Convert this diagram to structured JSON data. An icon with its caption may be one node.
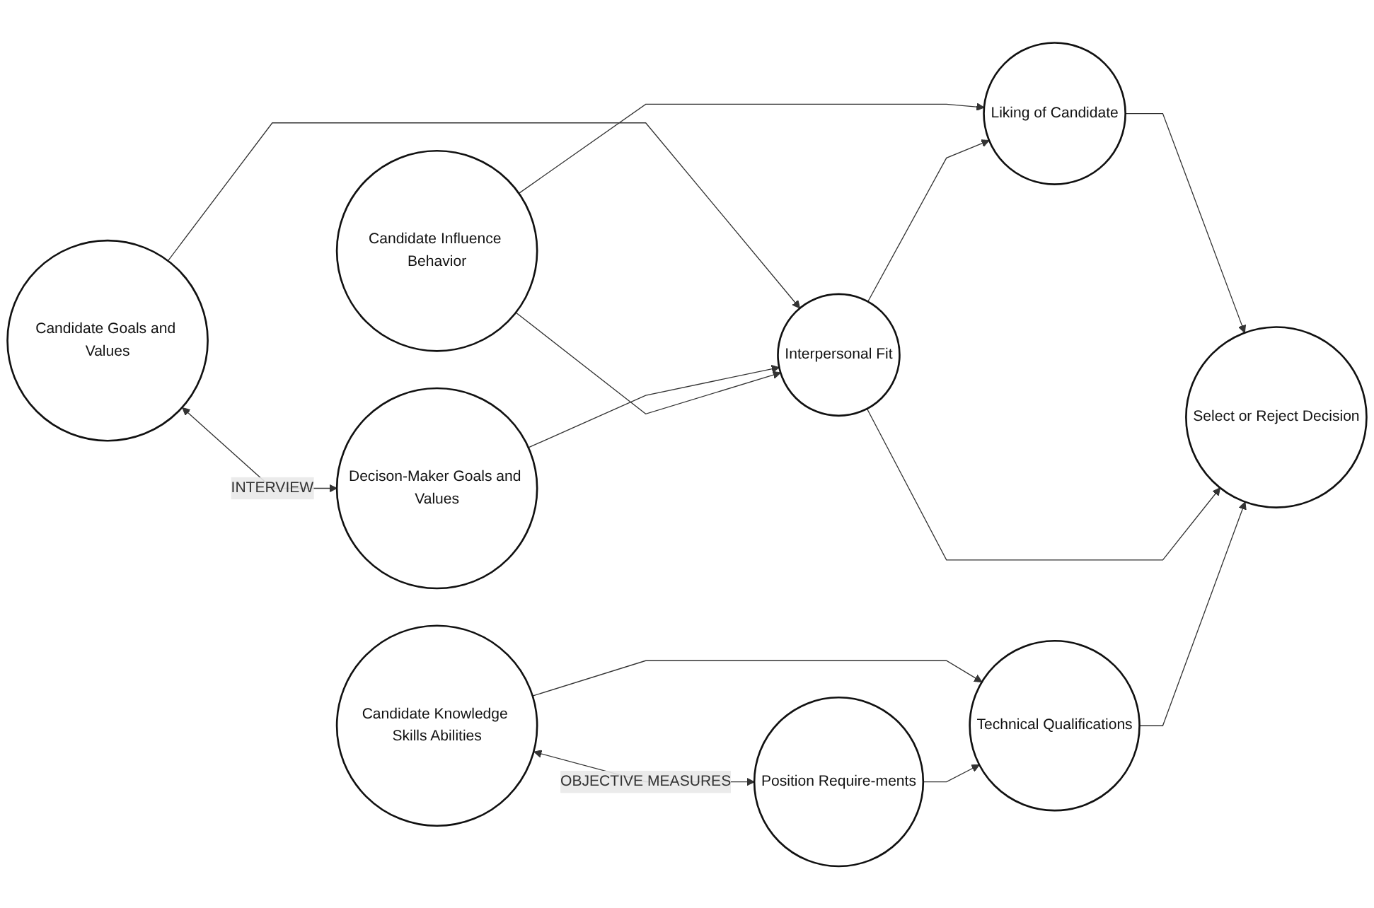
{
  "diagram": {
    "nodes": [
      {
        "text": [
          "Candidate Goals and Values"
        ]
      },
      {
        "text": [
          "Candidate Influence Behavior"
        ]
      },
      {
        "text": [
          "Liking of Candidate"
        ]
      },
      {
        "text": [
          "Candidate Knowledge Skills Abilities"
        ]
      },
      {
        "text": [
          "Interpersonal Fit"
        ]
      },
      {
        "text": [
          "Select or Reject Decision"
        ]
      },
      {
        "text": [
          "Technical Qualifications"
        ]
      },
      {
        "text": [
          "Decison-Maker Goals and Values"
        ]
      },
      {
        "text": [
          "Position Require-ments"
        ]
      }
    ],
    "edges": [
      {
        "from": 0,
        "to": 7,
        "arrow": "both",
        "label": "INTERVIEW"
      },
      {
        "from": 0,
        "to": 4,
        "arrow": "to"
      },
      {
        "from": 7,
        "to": 4,
        "arrow": "to"
      },
      {
        "from": 1,
        "to": 2,
        "arrow": "to"
      },
      {
        "from": 1,
        "to": 4,
        "arrow": "to"
      },
      {
        "from": 4,
        "to": 2,
        "arrow": "to"
      },
      {
        "from": 2,
        "to": 5,
        "arrow": "to"
      },
      {
        "from": 4,
        "to": 5,
        "arrow": "to"
      },
      {
        "from": 6,
        "to": 5,
        "arrow": "to"
      },
      {
        "from": 3,
        "to": 8,
        "arrow": "both",
        "label": "OBJECTIVE MEASURES"
      },
      {
        "from": 3,
        "to": 6,
        "arrow": "to"
      },
      {
        "from": 8,
        "to": 6,
        "arrow": "to"
      }
    ]
  }
}
